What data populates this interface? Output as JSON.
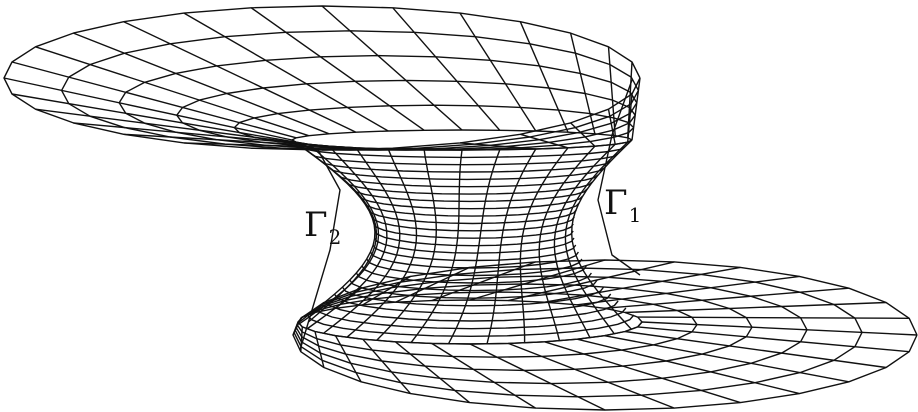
{
  "figure": {
    "labels": [
      {
        "id": "gamma2",
        "text": "Γ",
        "subscript": "2"
      },
      {
        "id": "gamma1",
        "text": "Γ",
        "subscript": "1"
      }
    ]
  },
  "style": {
    "line_color": "#111111",
    "background": "#ffffff"
  }
}
